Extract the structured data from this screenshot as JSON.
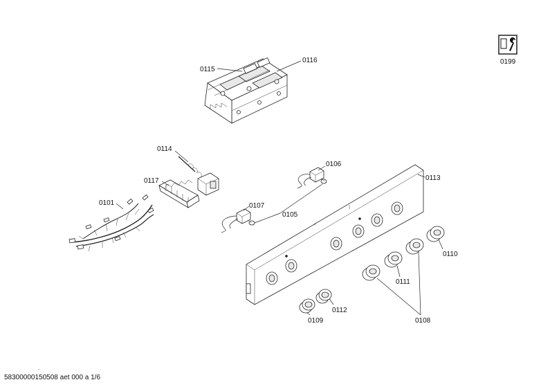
{
  "labels": {
    "p0101": "0101",
    "p0105": "0105",
    "p0106": "0106",
    "p0107": "0107",
    "p0108": "0108",
    "p0109": "0109",
    "p0110": "0110",
    "p0111": "0111",
    "p0112": "0112",
    "p0113": "0113",
    "p0114": "0114",
    "p0115": "0115",
    "p0116": "0116",
    "p0117": "0117",
    "p0199": "0199"
  },
  "footer": {
    "dot": ".",
    "code": "58300000150508 aet 000 a 1/6"
  },
  "icons": {
    "service": "wrench-manual-icon"
  }
}
